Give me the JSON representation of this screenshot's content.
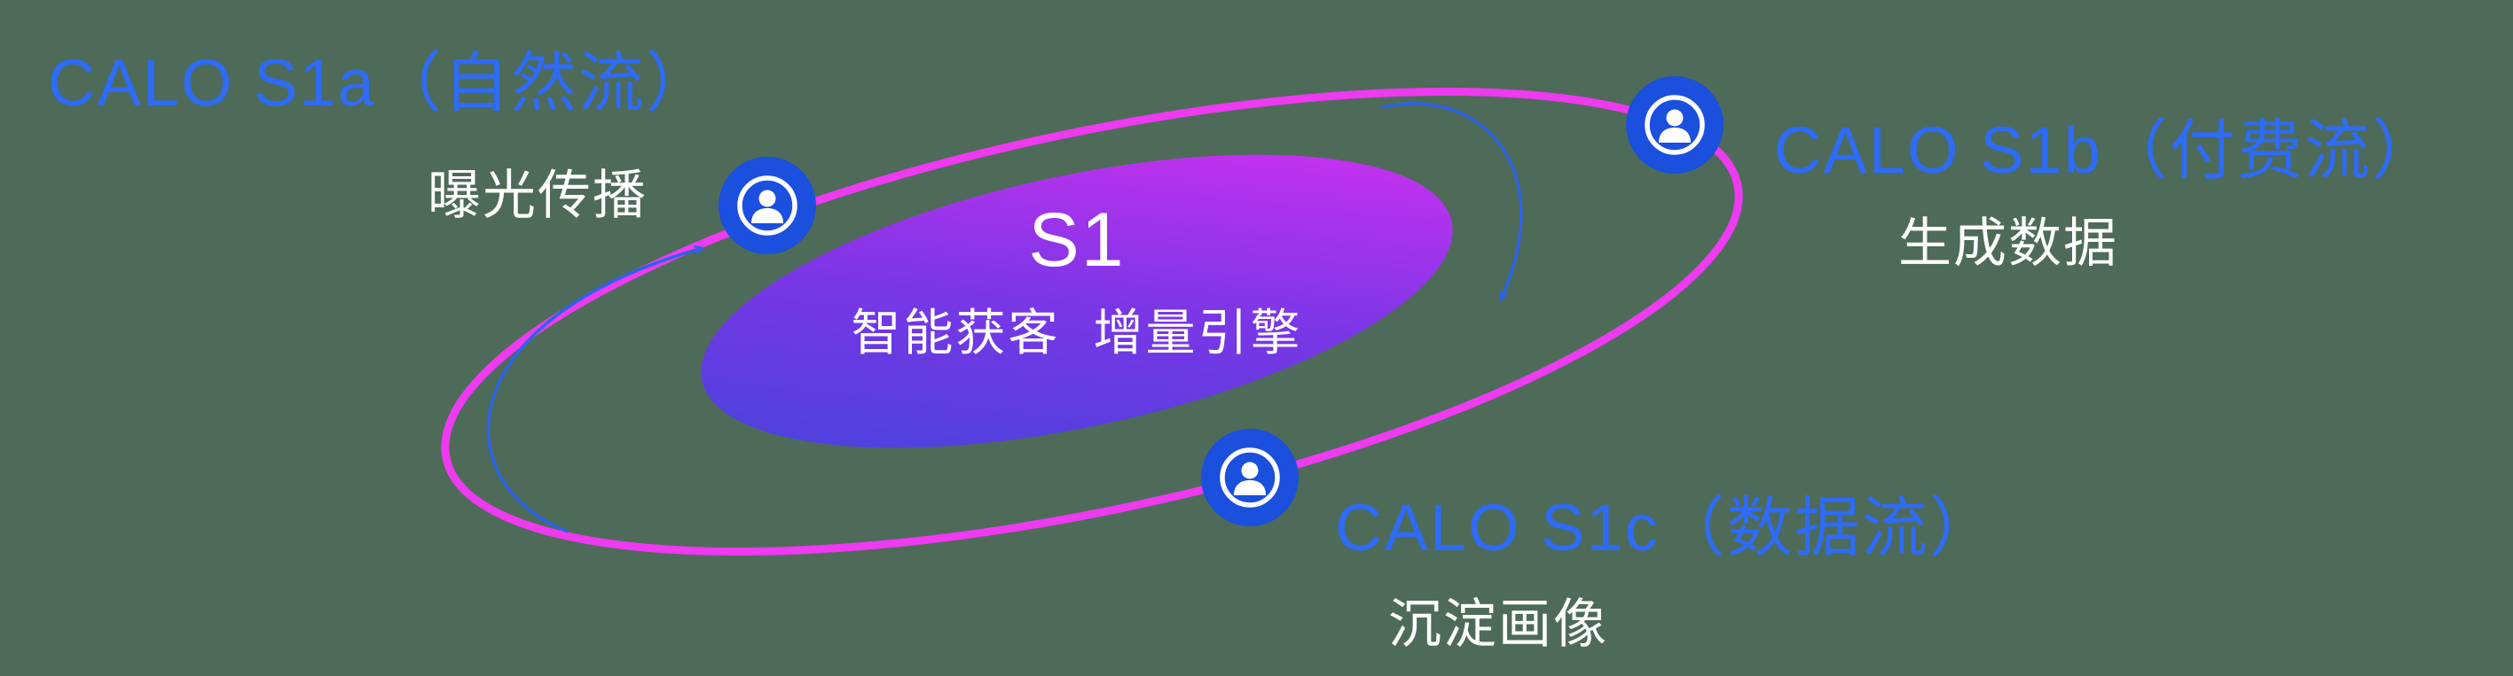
{
  "diagram": {
    "center": {
      "title": "S1",
      "subtitle": "智能获客  增量引擎"
    },
    "nodes": [
      {
        "id": "s1a",
        "title": "CALO S1a（自然流）",
        "subtitle": "曝光传播"
      },
      {
        "id": "s1b",
        "title": "CALO S1b（付费流）",
        "subtitle": "生成数据"
      },
      {
        "id": "s1c",
        "title": "CALO S1c（数据流）",
        "subtitle": "沉淀画像"
      }
    ],
    "icons": {
      "node_icon": "person-icon"
    },
    "colors": {
      "background": "#4d6b58",
      "orbit_ring": "#ee3af0",
      "core_gradient_start": "#3e46db",
      "core_gradient_mid": "#7b36e6",
      "core_gradient_end": "#df30f2",
      "node_fill": "#1b4fdd",
      "label_blue": "#2e6bf6",
      "label_white": "#ffffff",
      "arrow_blue": "#2c63e8"
    }
  }
}
